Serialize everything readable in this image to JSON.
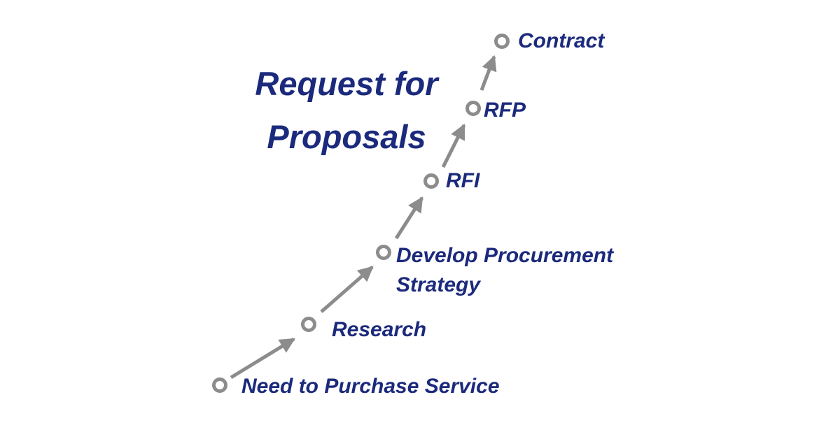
{
  "title": {
    "text": "Request for\nProposals"
  },
  "diagram": {
    "type": "process-flow",
    "direction": "bottom-left to top-right",
    "nodes": [
      {
        "label": "Need to Purchase Service"
      },
      {
        "label": "Research"
      },
      {
        "label": "Develop Procurement\nStrategy"
      },
      {
        "label": "RFI"
      },
      {
        "label": "RFP"
      },
      {
        "label": "Contract"
      }
    ],
    "marker": "circle-node",
    "connector": "arrow"
  },
  "colors": {
    "text_navy": "#1b2a7c",
    "shape_gray": "#8c8c8c",
    "background": "#ffffff"
  }
}
